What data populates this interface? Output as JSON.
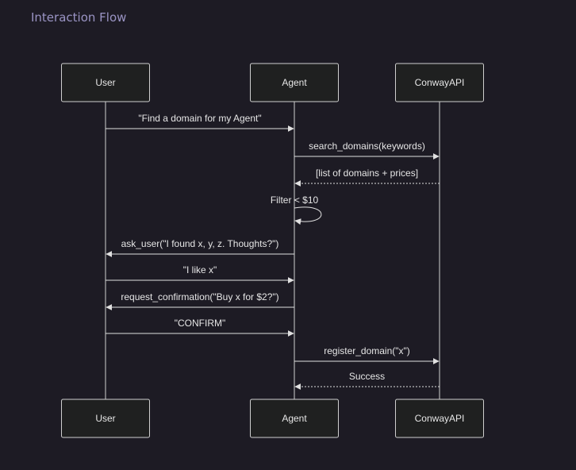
{
  "title": "Interaction Flow",
  "actors": [
    {
      "id": "user",
      "label": "User"
    },
    {
      "id": "agent",
      "label": "Agent"
    },
    {
      "id": "conway",
      "label": "ConwayAPI"
    }
  ],
  "messages": [
    {
      "from": "user",
      "to": "agent",
      "text": "\"Find a domain for my Agent\"",
      "style": "solid"
    },
    {
      "from": "agent",
      "to": "conway",
      "text": "search_domains(keywords)",
      "style": "solid"
    },
    {
      "from": "conway",
      "to": "agent",
      "text": "[list of domains + prices]",
      "style": "dashed"
    },
    {
      "from": "agent",
      "to": "agent",
      "text": "Filter < $10",
      "style": "solid"
    },
    {
      "from": "agent",
      "to": "user",
      "text": "ask_user(\"I found x, y, z. Thoughts?\")",
      "style": "solid"
    },
    {
      "from": "user",
      "to": "agent",
      "text": "\"I like x\"",
      "style": "solid"
    },
    {
      "from": "agent",
      "to": "user",
      "text": "request_confirmation(\"Buy x for $2?\")",
      "style": "solid"
    },
    {
      "from": "user",
      "to": "agent",
      "text": "\"CONFIRM\"",
      "style": "solid"
    },
    {
      "from": "agent",
      "to": "conway",
      "text": "register_domain(\"x\")",
      "style": "solid"
    },
    {
      "from": "conway",
      "to": "agent",
      "text": "Success",
      "style": "dashed"
    }
  ]
}
